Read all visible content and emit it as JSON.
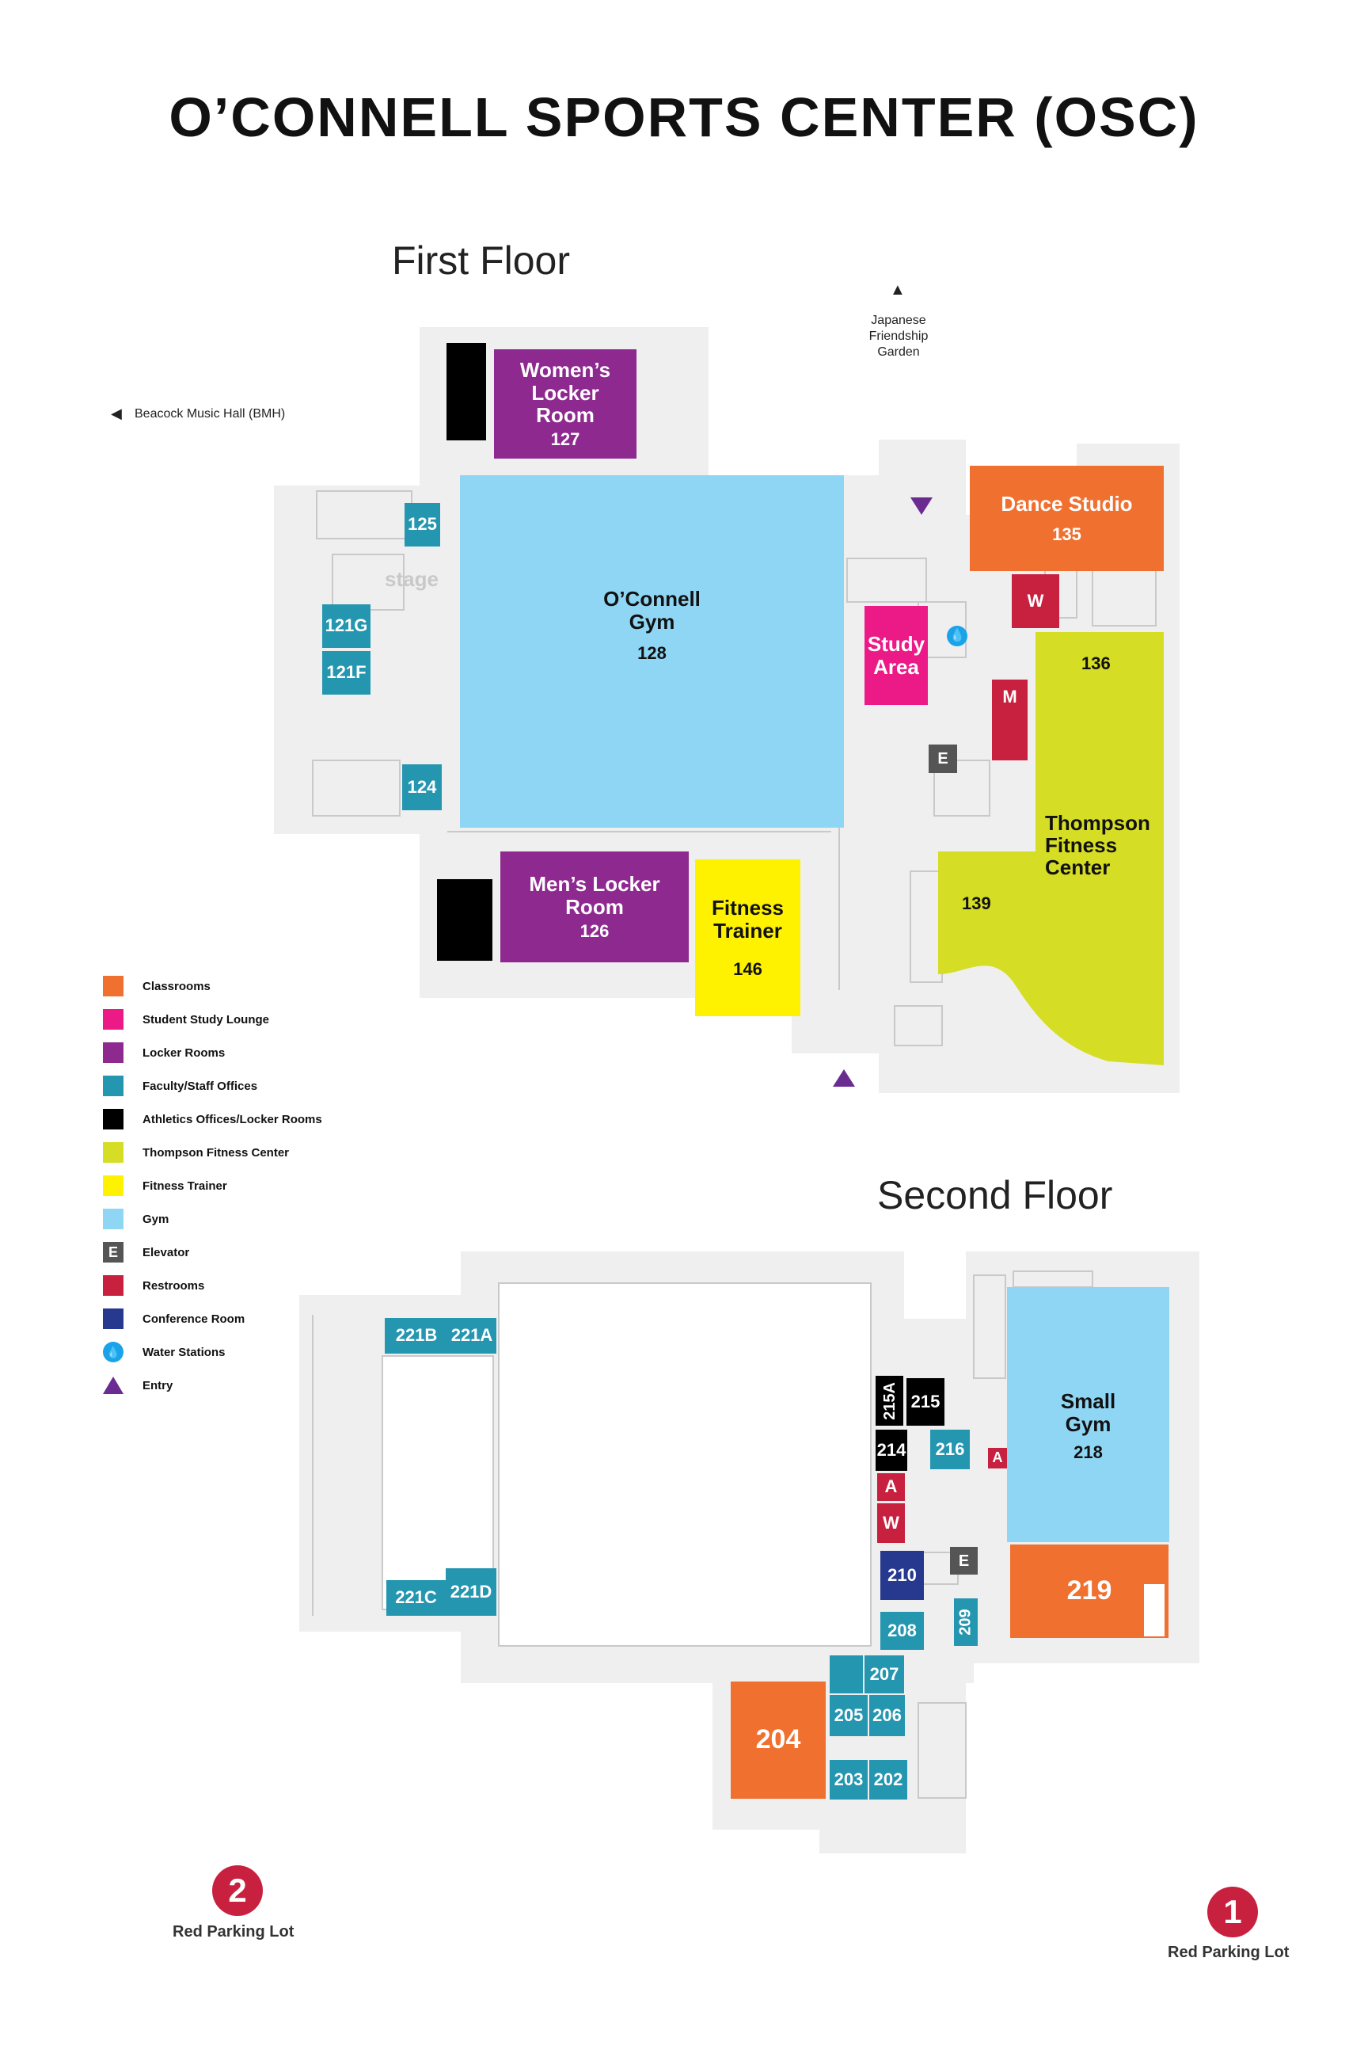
{
  "title": "O’CONNELL SPORTS CENTER (OSC)",
  "first_floor": {
    "heading": "First Floor",
    "labels": {
      "garden": [
        "Japanese",
        "Friendship",
        "Garden"
      ],
      "music_hall": "Beacock Music Hall (BMH)",
      "stage": "stage"
    },
    "rooms": {
      "r127": {
        "name_lines": [
          "Women’s",
          "Locker",
          "Room"
        ],
        "number": "127"
      },
      "r128": {
        "name_lines": [
          "O’Connell",
          "Gym"
        ],
        "number": "128"
      },
      "r125": {
        "number": "125"
      },
      "r121g": {
        "number": "121G"
      },
      "r121f": {
        "number": "121F"
      },
      "r124": {
        "number": "124"
      },
      "r126": {
        "name_lines": [
          "Men’s Locker",
          "Room"
        ],
        "number": "126"
      },
      "r146": {
        "name_lines": [
          "Fitness",
          "Trainer"
        ],
        "number": "146"
      },
      "study": {
        "name_lines": [
          "Study",
          "Area"
        ]
      },
      "r135": {
        "name": "Dance Studio",
        "number": "135"
      },
      "restroom_w": "W",
      "restroom_m": "M",
      "elevator": "E",
      "r136": {
        "number": "136"
      },
      "r139": {
        "number": "139"
      },
      "thompson": [
        "Thompson",
        "Fitness",
        "Center"
      ]
    }
  },
  "second_floor": {
    "heading": "Second Floor",
    "rooms": {
      "r221b": "221B",
      "r221a": "221A",
      "r221c": "221C",
      "r221d": "221D",
      "r215a": "215A",
      "r215": "215",
      "r214": "214",
      "r216": "216",
      "a1": "A",
      "a2": "A",
      "w": "W",
      "e": "E",
      "r210": "210",
      "r208": "208",
      "r209": "209",
      "r207": "207",
      "r205": "205",
      "r206": "206",
      "r203": "203",
      "r202": "202",
      "r204": "204",
      "r219": "219",
      "small_gym": {
        "name_lines": [
          "Small",
          "Gym"
        ],
        "number": "218"
      }
    }
  },
  "legend": [
    {
      "label": "Classrooms",
      "color": "#f07030",
      "icon": "swatch"
    },
    {
      "label": "Student Study Lounge",
      "color": "#ec1a87",
      "icon": "swatch"
    },
    {
      "label": "Locker Rooms",
      "color": "#8e2a8f",
      "icon": "swatch"
    },
    {
      "label": "Faculty/Staff Offices",
      "color": "#2596b0",
      "icon": "swatch"
    },
    {
      "label": "Athletics Offices/Locker Rooms",
      "color": "#000000",
      "icon": "swatch"
    },
    {
      "label": "Thompson Fitness Center",
      "color": "#d6dd25",
      "icon": "swatch"
    },
    {
      "label": "Fitness Trainer",
      "color": "#fff200",
      "icon": "swatch"
    },
    {
      "label": "Gym",
      "color": "#8fd6f5",
      "icon": "swatch"
    },
    {
      "label": "Elevator",
      "color": "#555555",
      "icon": "elevator-icon",
      "glyph": "E"
    },
    {
      "label": "Restrooms",
      "color": "#c8203f",
      "icon": "swatch"
    },
    {
      "label": "Conference Room",
      "color": "#27388f",
      "icon": "swatch"
    },
    {
      "label": "Water Stations",
      "color": "#1aa3e8",
      "icon": "water-drop-icon"
    },
    {
      "label": "Entry",
      "color": "#6a2c91",
      "icon": "entry-triangle-icon"
    }
  ],
  "parking": [
    {
      "number": "2",
      "label": "Red Parking Lot"
    },
    {
      "number": "1",
      "label": "Red Parking Lot"
    }
  ]
}
